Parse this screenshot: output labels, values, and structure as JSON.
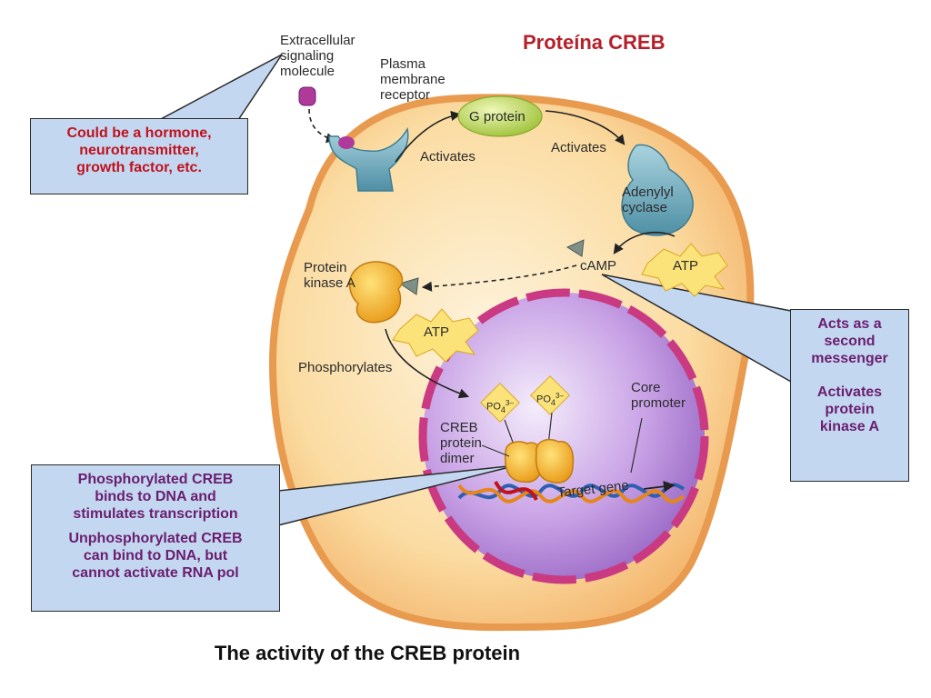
{
  "title": "Proteína CREB",
  "caption": "The activity of the CREB protein",
  "labels": {
    "extracellular": "Extracellular\nsignaling\nmolecule",
    "plasma_receptor": "Plasma\nmembrane\nreceptor",
    "g_protein": "G protein",
    "activates_1": "Activates",
    "activates_2": "Activates",
    "adenylyl": "Adenylyl\ncyclase",
    "camp": "cAMP",
    "atp_1": "ATP",
    "atp_2": "ATP",
    "pka": "Protein\nkinase A",
    "phosphorylates": "Phosphorylates",
    "creb_dimer": "CREB\nprotein\ndimer",
    "core_promoter": "Core\npromoter",
    "target_gene": "Target gene",
    "po4_1": "PO",
    "po4_2": "PO",
    "po4_sub": "4",
    "po4_sup": "3–"
  },
  "callouts": {
    "hormone": "Could be a hormone,\nneurotransmitter,\ngrowth factor, etc.",
    "messenger_1": "Acts as a\nsecond\nmessenger",
    "messenger_2": "Activates\nprotein\nkinase A",
    "bind_1": "Phosphorylated CREB\nbinds to DNA and\nstimulates transcription",
    "bind_2": "Unphosphorylated CREB\ncan bind to DNA, but\ncannot activate RNA pol"
  },
  "colors": {
    "cell": "#fbdca2",
    "membrane": "#e89a4f",
    "nucleus": "#c49be0",
    "nuclear_envelope": "#c93a82",
    "callout_bg": "#c4d7f1",
    "red_text": "#c0121c",
    "purple_text": "#6a1e6e"
  }
}
